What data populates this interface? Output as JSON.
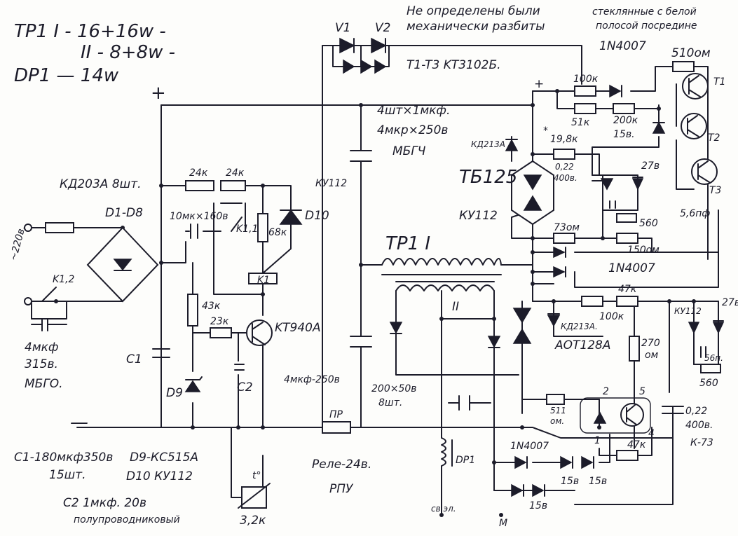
{
  "header": {
    "tr1_winding1": "TP1  I - 16+16w -",
    "tr1_winding2": "II - 8+8w -",
    "dp1_power": "DP1 — 14w"
  },
  "notes": {
    "v1": "V1",
    "v2": "V2",
    "undefined_note_line1": "Не определены были",
    "undefined_note_line2": "механически разбиты",
    "glass_note_line1": "стеклянные с белой",
    "glass_note_line2": "полосой посредине",
    "transistors": "T1-T3 KT3102Б.",
    "relay": "Реле-24в.",
    "relay_type": "РПУ"
  },
  "components": {
    "diode_1n4007_top": "1N4007",
    "r_510": "510ом",
    "r_100k_top": "100к",
    "r_51k": "51к",
    "r_200k": "200к",
    "z_15v_top": "15в.",
    "t1": "T1",
    "t2": "T2",
    "t3": "T3",
    "cap_mbgch_line1": "4шт×1мкф.",
    "cap_mbgch_line2": "4мкр×250в",
    "cap_mbgch_line3": "МБГЧ",
    "kd213a_top": "КД213А",
    "r_19_8k": "19,8к",
    "star": "*",
    "cap_022_top_line1": "0,22",
    "cap_022_top_line2": "400в.",
    "z_27v_top": "27в",
    "tb125": "ТБ125",
    "ku112_mid": "КУ112",
    "cap_5_6pf": "5,6пф",
    "r_560_top": "560",
    "r_73om": "73ом",
    "r_150om": "150ом",
    "diode_1n4007_mid": "1N4007",
    "plus_left": "+",
    "plus_right": "+",
    "kd203a": "КД203А 8шт.",
    "d1_d8": "D1-D8",
    "r_24k_a": "24к",
    "r_24k_b": "24к",
    "ku112_top": "КУ112",
    "d10": "D10",
    "cap_10x160": "10мк×160в",
    "k11": "K1,1",
    "r_68k": "68к",
    "k1": "K1",
    "tr1_label": "TP1  I",
    "winding_ii": "II",
    "mains": "~220в.",
    "k12": "K1,2",
    "cap_mains_line1": "4мкф",
    "cap_mains_line2": "315в.",
    "cap_mains_line3": "МБГО.",
    "r_43k": "43к",
    "r_23k": "23к",
    "kt940a": "KT940A",
    "c1": "C1",
    "c2": "C2",
    "d9": "D9",
    "cap_4mkf_250": "4мкф-250в",
    "cap_200x50_line1": "200×50в",
    "cap_200x50_line2": "8шт.",
    "r_47k_top": "47к",
    "r_100k_mid": "100к",
    "kd213a_mid": "КД213А.",
    "aot128a": "АОТ128А",
    "r_270om_line1": "270",
    "r_270om_line2": "ом",
    "ku112_right": "КУ112",
    "z_27v_right": "27в",
    "cap_56pf": "56п.",
    "r_560_right": "560",
    "r_511om_line1": "511",
    "r_511om_line2": "ом.",
    "pin2": "2",
    "pin5": "5",
    "pin1": "1",
    "pin4": "4",
    "r_47k_bottom": "47к",
    "cap_022_bottom_line1": "0,22",
    "cap_022_bottom_line2": "400в.",
    "cap_022_bottom_line3": "К-73",
    "pr": "ПР",
    "dp1": "DP1",
    "diode_1n4007_bottom": "1N4007",
    "z_15v_a": "15в",
    "z_15v_b": "15в",
    "z_15v_c": "15в",
    "minus": "—",
    "sv_el": "св.эл.",
    "m": "M",
    "thermistor_t": "t°",
    "thermistor_value": "3,2к"
  },
  "legend": {
    "c1_spec_line1": "C1-180мкф350в",
    "c1_spec_line2": "15шт.",
    "d9_spec": "D9-КС515А",
    "d10_spec": "D10 КУ112",
    "c2_spec_line1": "C2  1мкф. 20в",
    "c2_spec_line2": "полупроводниковый"
  }
}
